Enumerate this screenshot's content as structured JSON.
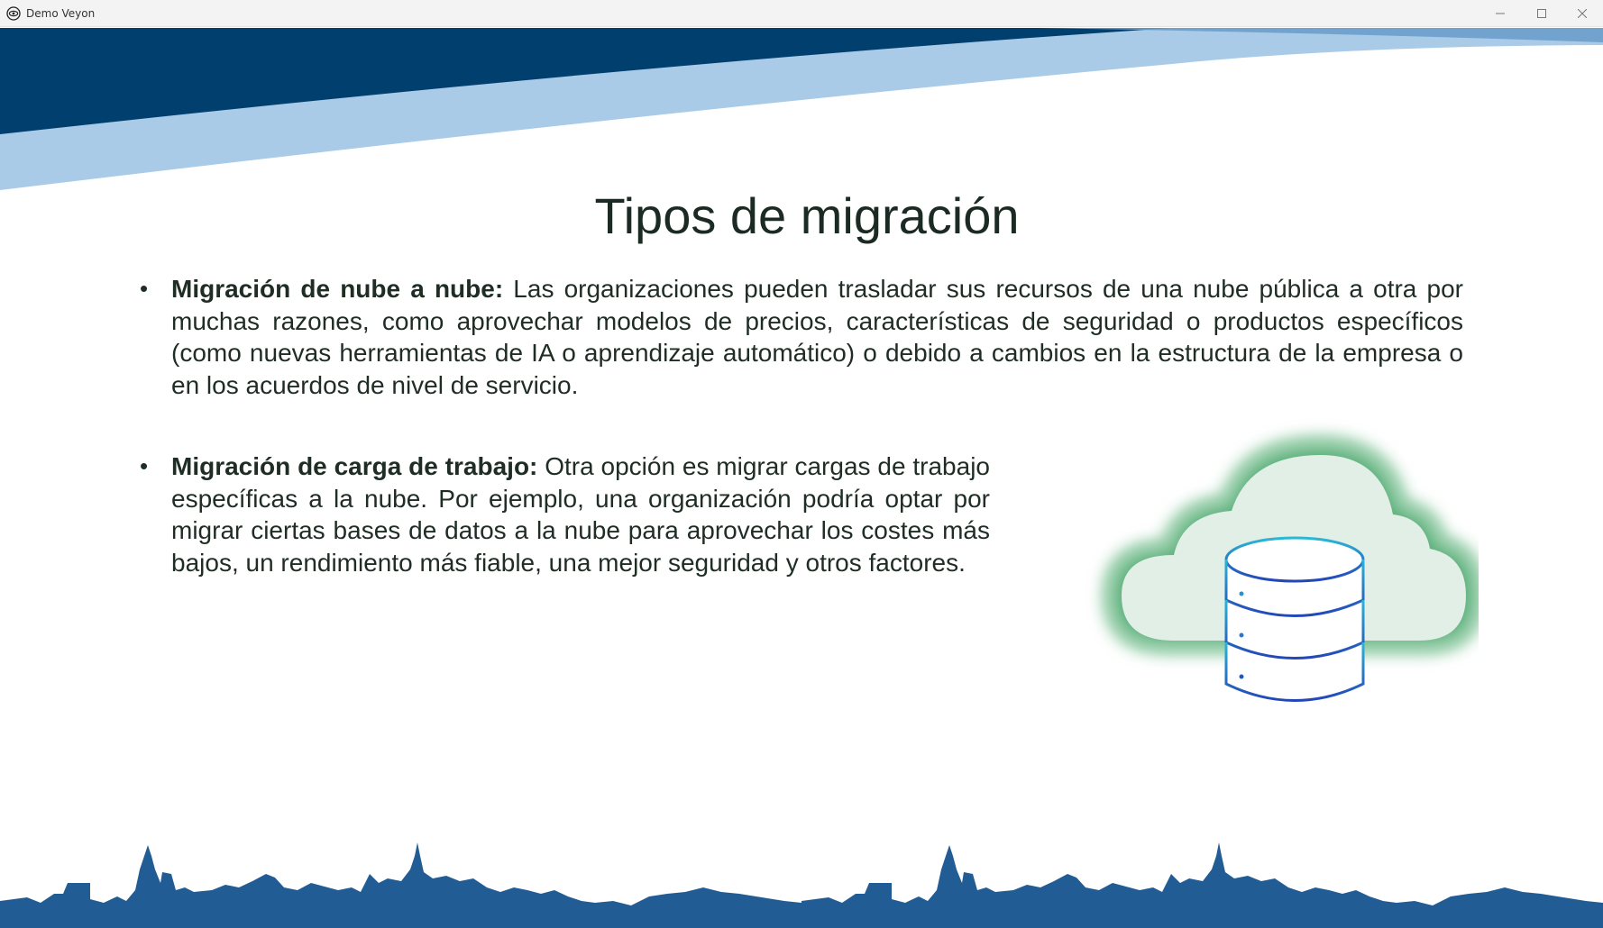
{
  "window": {
    "title": "Demo Veyon"
  },
  "slide": {
    "title": "Tipos de migración",
    "bullets": [
      {
        "heading": "Migración de nube a nube:",
        "text": " Las organizaciones pueden trasladar sus recursos de una nube pública a otra por muchas razones, como aprovechar modelos de precios, características de seguridad o productos específicos (como nuevas herramientas de IA o aprendizaje automático) o debido a cambios en la estructura de la empresa o en los acuerdos de nivel de servicio."
      },
      {
        "heading": "Migración de carga de trabajo:",
        "text": " Otra opción es migrar cargas de trabajo específicas a la nube. Por ejemplo, una organización podría optar por migrar ciertas bases de datos a la nube para aprovechar los costes más bajos, un rendimiento más fiable, una mejor seguridad y otros factores."
      }
    ],
    "bullet_glyph": "•"
  },
  "colors": {
    "banner_dark": "#003f6e",
    "banner_light": "#a9cbe8",
    "skyline": "#225c94",
    "cloud_glow": "#6fb98a",
    "cloud_fill": "#e2efe7"
  },
  "icons": {
    "app": "veyon-eye-icon",
    "illustration": "cloud-database-icon"
  }
}
